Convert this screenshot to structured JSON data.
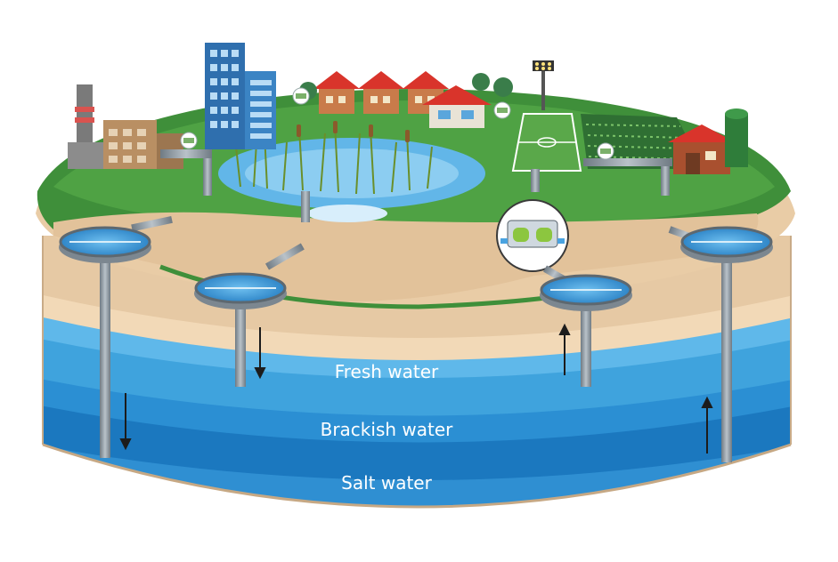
{
  "diagram": {
    "layers": [
      {
        "id": "fresh",
        "label": "Fresh water",
        "color": "#3fa3dd"
      },
      {
        "id": "brackish",
        "label": "Brackish water",
        "color": "#1b78bf"
      },
      {
        "id": "salt",
        "label": "Salt water",
        "color": "#2f8fd2"
      }
    ],
    "colors": {
      "grass": "#3f8f3a",
      "sand": "#e7c9a1",
      "soil_rim": "#d2b08a",
      "pipe": "#8f9aa3",
      "well_water": "#3b8fd0"
    },
    "flow_arrows": [
      {
        "well": "left-outer",
        "direction": "down"
      },
      {
        "well": "left-inner",
        "direction": "down"
      },
      {
        "well": "right-inner",
        "direction": "up"
      },
      {
        "well": "right-outer",
        "direction": "up"
      }
    ],
    "icons": [
      "factory-icon",
      "office-tower-icon",
      "houses-icon",
      "wetland-pond-icon",
      "sports-field-icon",
      "crop-field-icon",
      "farm-barn-icon",
      "silo-icon",
      "well-head-icon",
      "pump-station-icon"
    ]
  }
}
